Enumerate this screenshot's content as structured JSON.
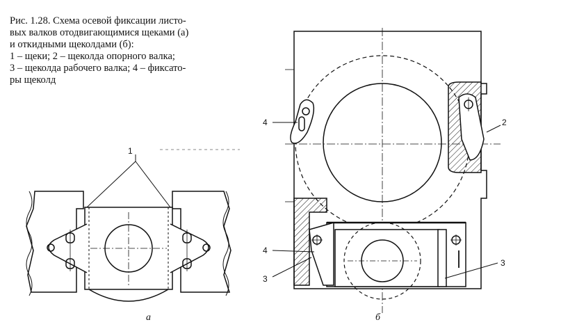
{
  "caption": {
    "line1": "Рис. 1.28. Схема осевой фиксации листо-",
    "line2": "вых валков отодвигающимися щеками (а)",
    "line3": "и откидными щеколдами (б):",
    "line4": "1 – щеки; 2 –  щеколда опорного валка;",
    "line5": "3 – щеколда рабочего валка; 4 – фиксато-",
    "line6": "ры щеколд"
  },
  "labels": {
    "left_1": "1",
    "left_subfig": "а",
    "right_4_top": "4",
    "right_2": "2",
    "right_4_bottom": "4",
    "right_3_left": "3",
    "right_3_right": "3",
    "right_subfig": "б"
  },
  "colors": {
    "ink": "#111111",
    "background": "#ffffff"
  }
}
